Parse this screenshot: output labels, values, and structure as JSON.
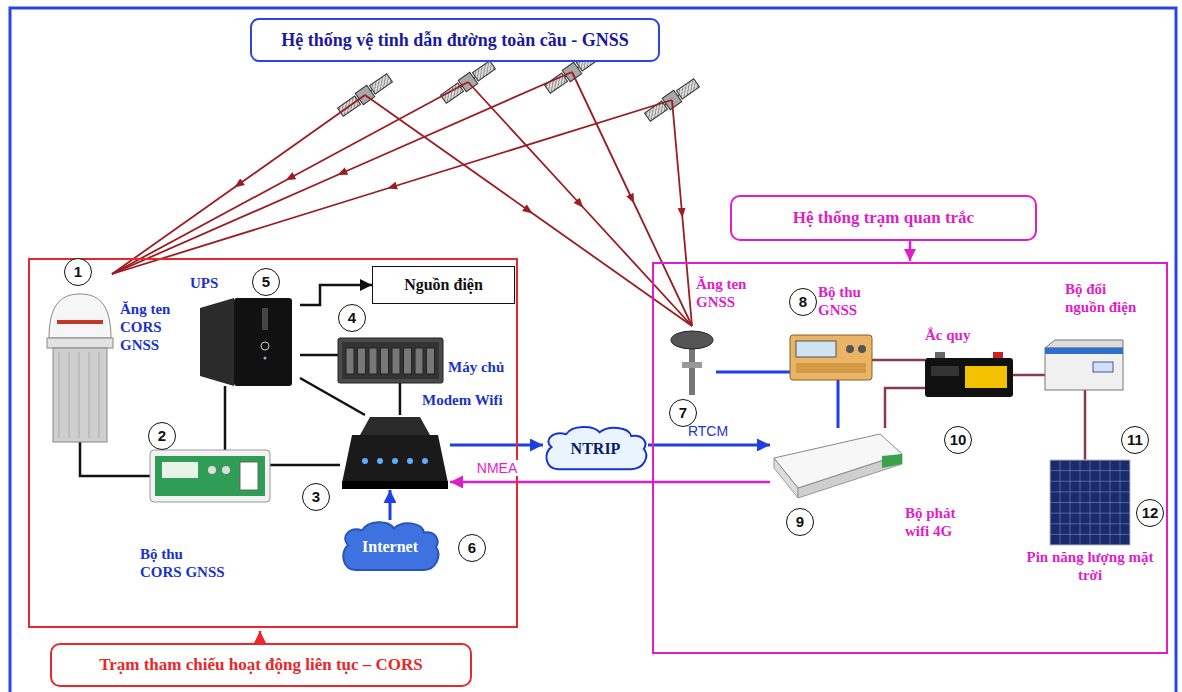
{
  "diagram": {
    "title": "Hệ thống vệ tinh dẫn đường toàn cầu - GNSS",
    "nodes": [
      {
        "text": [
          "Trạm tham chiếu hoạt động liên tục – CORS"
        ]
      },
      {
        "text": [
          "Ăng ten CORS GNSS"
        ],
        "in": 0
      },
      {
        "text": [
          "UPS"
        ],
        "in": 0
      },
      {
        "text": [
          "Nguồn điện"
        ],
        "in": 0
      },
      {
        "text": [
          "Máy chủ"
        ],
        "in": 0
      },
      {
        "text": [
          "Modem Wifi"
        ],
        "in": 0
      },
      {
        "text": [
          "Bộ thu CORS GNSS"
        ],
        "in": 0
      },
      {
        "text": [
          "Internet"
        ],
        "in": 0
      },
      {
        "text": [
          "NTRIP"
        ]
      },
      {
        "text": [
          "Hệ thống trạm quan trắc"
        ]
      },
      {
        "text": [
          "Ăng ten GNSS"
        ],
        "in": 9
      },
      {
        "text": [
          "Bộ thu GNSS"
        ],
        "in": 9
      },
      {
        "text": [
          "Ắc quy"
        ],
        "in": 9
      },
      {
        "text": [
          "Bộ đổi nguồn điện"
        ],
        "in": 9
      },
      {
        "text": [
          "Bộ phát wifi 4G"
        ],
        "in": 9
      },
      {
        "text": [
          "Pin năng lượng mặt trời"
        ],
        "in": 9
      }
    ],
    "edges": [
      {
        "from": 2,
        "to": 3,
        "arrow": "to"
      },
      {
        "from": 1,
        "to": 6,
        "arrow": "none"
      },
      {
        "from": 2,
        "to": 6,
        "arrow": "none"
      },
      {
        "from": 2,
        "to": 4,
        "arrow": "none"
      },
      {
        "from": 2,
        "to": 5,
        "arrow": "none"
      },
      {
        "from": 4,
        "to": 5,
        "arrow": "none"
      },
      {
        "from": 6,
        "to": 5,
        "arrow": "none"
      },
      {
        "from": 7,
        "to": 5,
        "arrow": "to"
      },
      {
        "from": 5,
        "to": 8,
        "arrow": "to"
      },
      {
        "from": 8,
        "to": 14,
        "label": "RTCM",
        "arrow": "to"
      },
      {
        "from": 14,
        "to": 5,
        "label": "NMEA",
        "arrow": "to"
      },
      {
        "from": 10,
        "to": 11,
        "arrow": "none"
      },
      {
        "from": 11,
        "to": 14,
        "arrow": "none"
      },
      {
        "from": 11,
        "to": 12,
        "arrow": "none"
      },
      {
        "from": 14,
        "to": 12,
        "arrow": "none"
      },
      {
        "from": 12,
        "to": 13,
        "arrow": "none"
      },
      {
        "from": 13,
        "to": 15,
        "arrow": "none"
      }
    ],
    "labels": [
      "1",
      "2",
      "3",
      "4",
      "5",
      "6",
      "7",
      "8",
      "9",
      "10",
      "11",
      "12"
    ]
  }
}
